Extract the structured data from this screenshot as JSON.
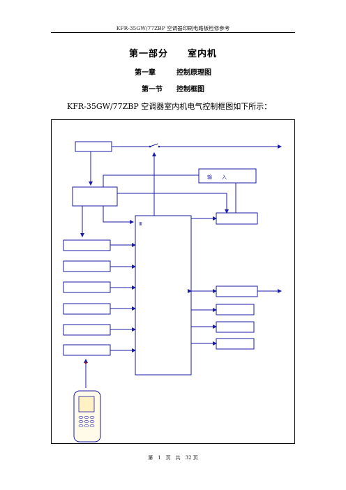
{
  "header": {
    "text": "KFR-35GW/77ZBP 空调器印刷电路板检修参考"
  },
  "part_title": "第一部分　　室内机",
  "chapter_title": "第一章　　　控制原理图",
  "section_title": "第一节　　控制框图",
  "intro": "KFR-35GW/77ZBP 空调器室内机电气控制框图如下所示：",
  "diagram": {
    "label_top_right": "输　　入",
    "label_mcu": "Ⅲ"
  },
  "footer": {
    "text": "第　1　页　共　32 页"
  },
  "colors": {
    "line": "#1a1aa6",
    "box": "#2a2ab0"
  }
}
